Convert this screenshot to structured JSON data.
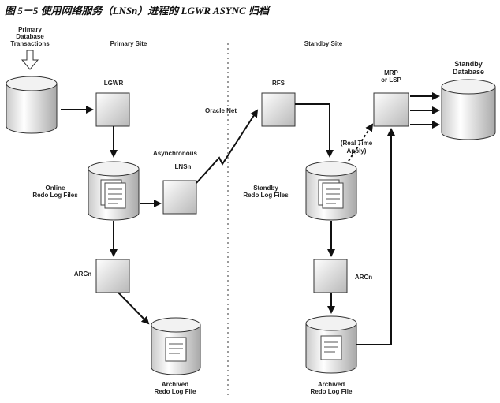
{
  "caption": "图 5－5  使用网络服务（LNSn）进程的 LGWR ASYNC 归档",
  "primary_site": "Primary Site",
  "standby_site": "Standby Site",
  "labels": {
    "primary_tx_1": "Primary",
    "primary_tx_2": "Database",
    "primary_tx_3": "Transactions",
    "lgwr": "LGWR",
    "online_1": "Online",
    "online_2": "Redo Log Files",
    "async_1": "Asynchronous",
    "async_2": "LNSn",
    "arcn_primary": "ARCn",
    "archived_primary_1": "Archived",
    "archived_primary_2": "Redo Log File",
    "oracle_net": "Oracle Net",
    "rfs": "RFS",
    "realtime_1": "(Real Time",
    "realtime_2": "Apply)",
    "standby_redo_1": "Standby",
    "standby_redo_2": "Redo Log Files",
    "arcn_standby": "ARCn",
    "archived_standby_1": "Archived",
    "archived_standby_2": "Redo Log File",
    "mrp_1": "MRP",
    "mrp_2": "or LSP",
    "standby_db_1": "Standby",
    "standby_db_2": "Database"
  },
  "colors": {
    "line": "#111111",
    "fill_light": "#ffffff",
    "fill_dark": "#bdbdbd",
    "divider": "#9a9a9a"
  }
}
